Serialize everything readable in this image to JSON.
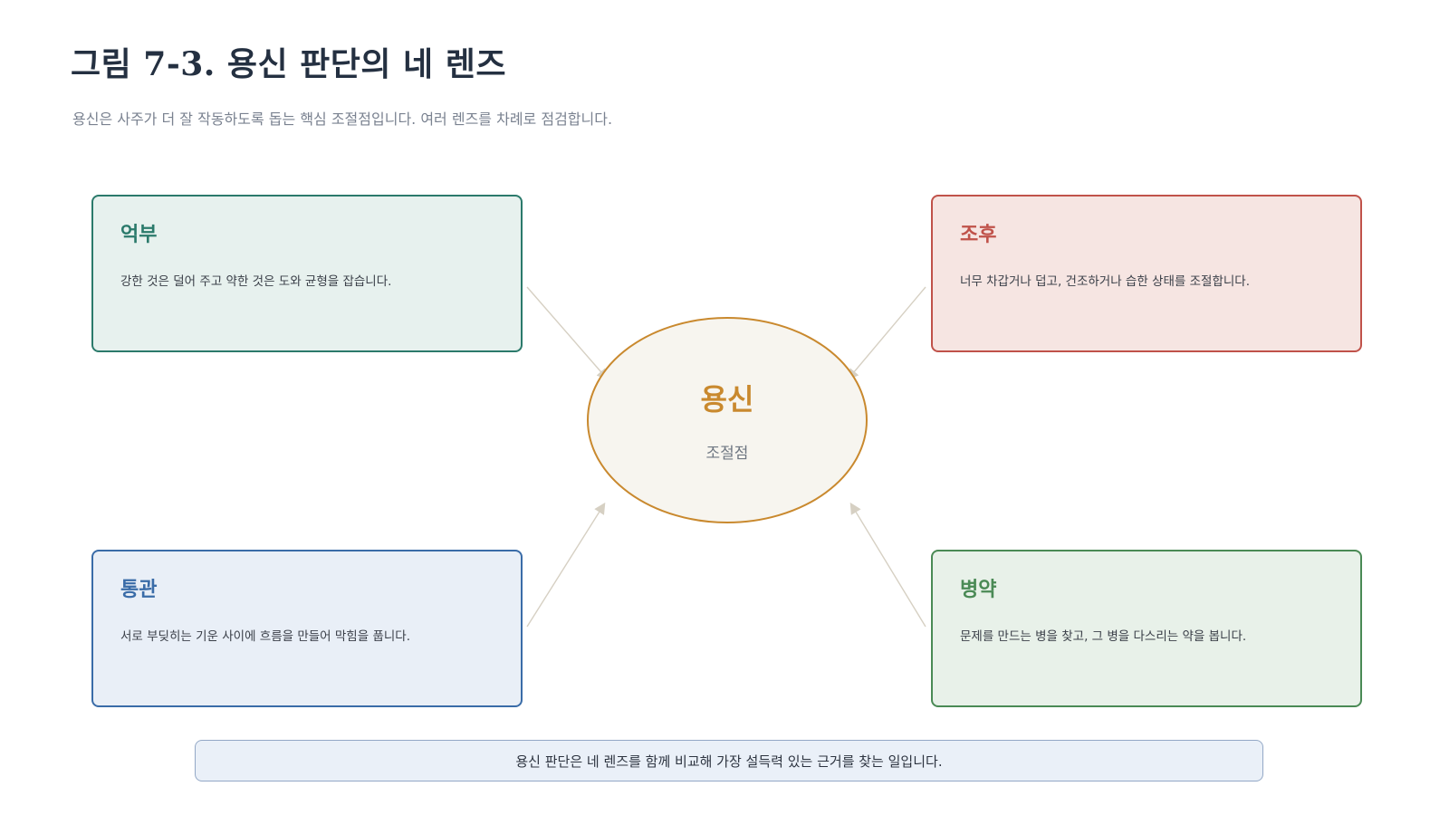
{
  "title": "그림 7-3. 용신 판단의 네 렌즈",
  "subtitle": "용신은 사주가 더 잘 작동하도록 돕는 핵심 조절점입니다. 여러 렌즈를 차례로 점검합니다.",
  "center": {
    "title": "용신",
    "subtitle": "조절점",
    "fill_color": "#f7f5ef",
    "stroke_color": "#c9892e"
  },
  "lenses": [
    {
      "name": "억부",
      "description": "강한 것은 덜어 주고 약한 것은 도와 균형을 잡습니다.",
      "accent_color": "#2b7a6b",
      "background_color": "#e7f1ee"
    },
    {
      "name": "조후",
      "description": "너무 차갑거나 덥고, 건조하거나 습한 상태를 조절합니다.",
      "accent_color": "#c0524a",
      "background_color": "#f6e5e2"
    },
    {
      "name": "통관",
      "description": "서로 부딪히는 기운 사이에 흐름을 만들어 막힘을 풉니다.",
      "accent_color": "#3a6ca8",
      "background_color": "#e9eff7"
    },
    {
      "name": "병약",
      "description": "문제를 만드는 병을 찾고, 그 병을 다스리는 약을 봅니다.",
      "accent_color": "#4a8a55",
      "background_color": "#e8f1e9"
    }
  ],
  "footer_note": "용신 판단은 네 렌즈를 함께 비교해 가장 설득력 있는 근거를 찾는 일입니다.",
  "arrow_color": "#d6d0c3"
}
